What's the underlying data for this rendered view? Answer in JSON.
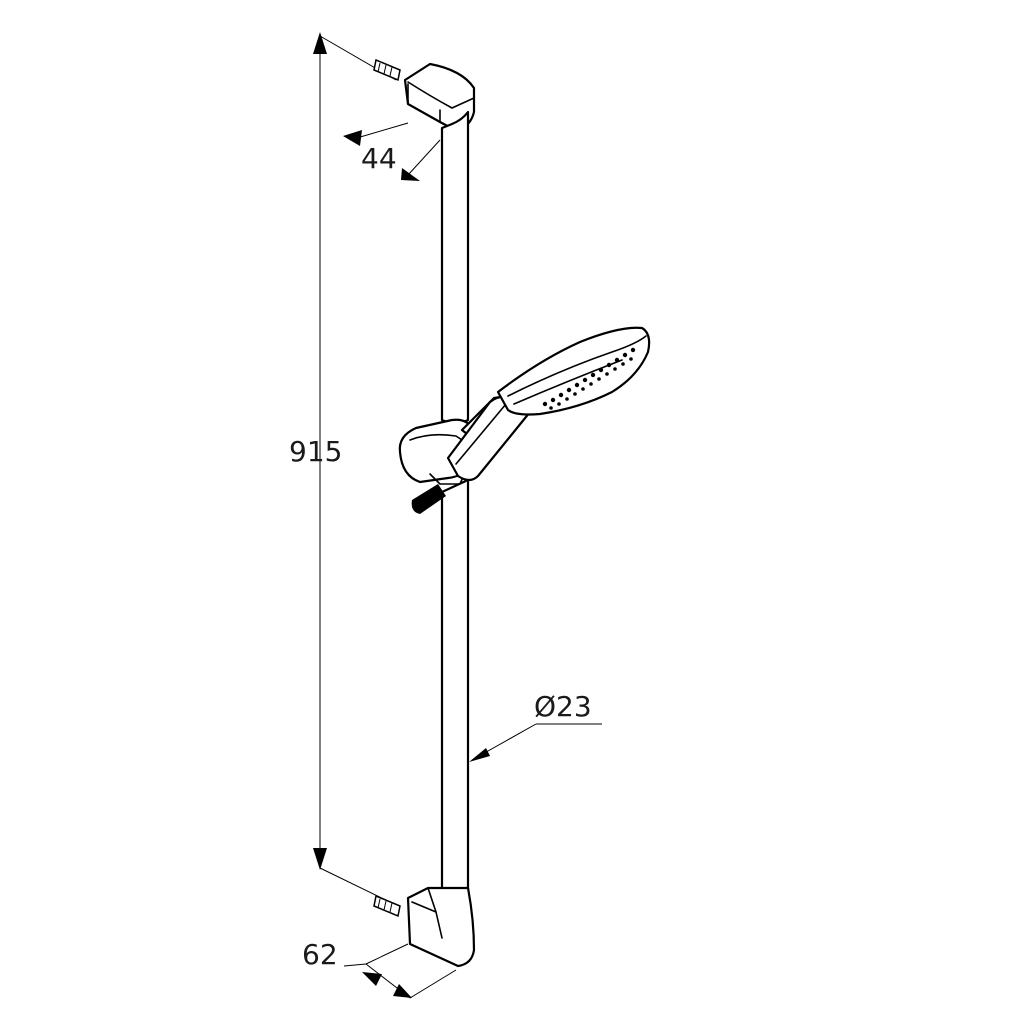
{
  "dimensions": {
    "height_label": "915",
    "top_depth_label": "44",
    "bottom_depth_label": "62",
    "rail_diameter_label": "Ø23"
  }
}
